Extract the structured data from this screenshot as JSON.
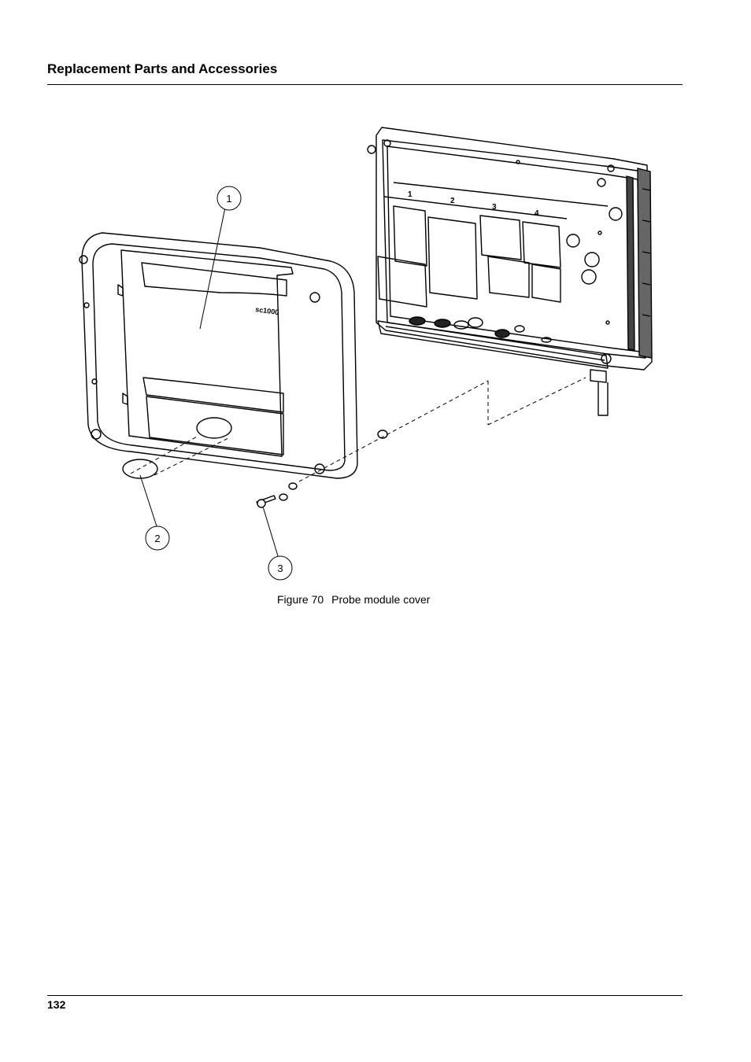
{
  "header": {
    "title": "Replacement Parts and Accessories"
  },
  "figure": {
    "callouts": [
      "1",
      "2",
      "3"
    ],
    "slot_labels": [
      "1",
      "2",
      "3",
      "4"
    ],
    "device_label": "sc1000",
    "caption_number": "Figure 70",
    "caption_text": "Probe module cover"
  },
  "footer": {
    "page_number": "132"
  }
}
